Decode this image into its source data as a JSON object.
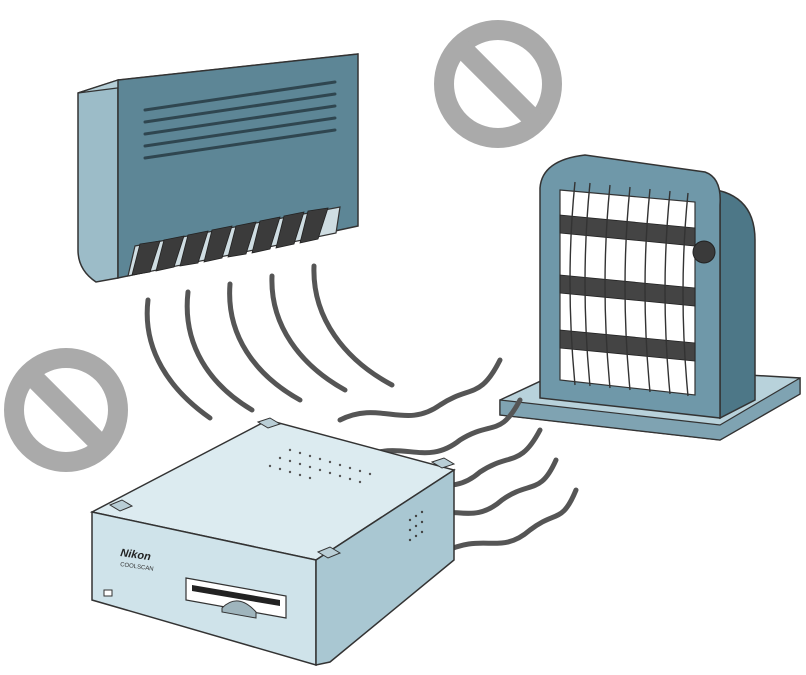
{
  "scanner": {
    "brand": "Nikon",
    "model": "COOLSCAN"
  },
  "icons": [
    "prohibited-icon",
    "air-conditioner",
    "space-heater",
    "film-scanner",
    "airflow-lines",
    "heat-waves"
  ],
  "colors": {
    "prohibited_sign": "#aaaaaa",
    "air_conditioner_body": "#5d8696",
    "heater_body": "#6890a1",
    "scanner_body": "#cfe3ea",
    "lines": "#555555"
  }
}
